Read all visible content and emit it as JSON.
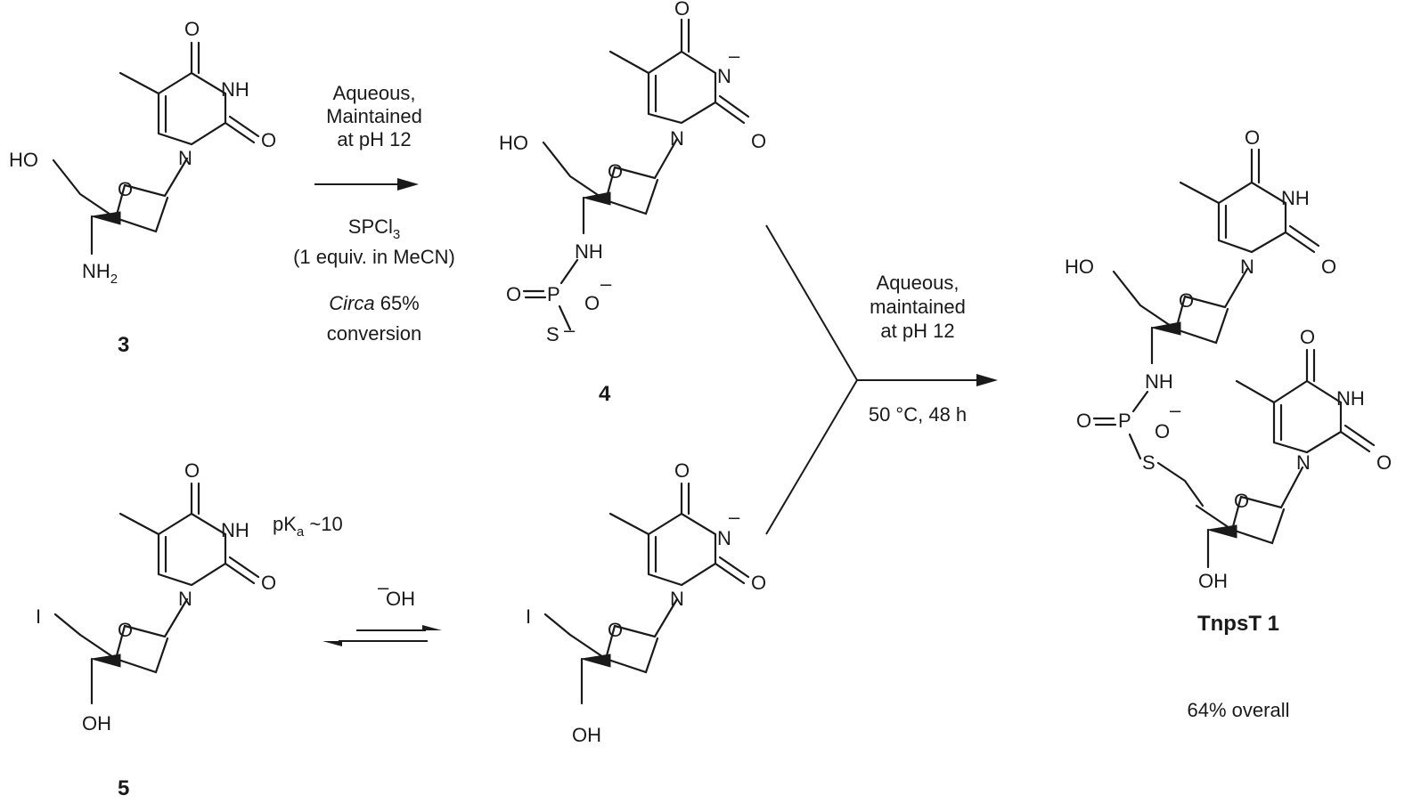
{
  "compounds": {
    "c3": {
      "label": "3"
    },
    "c4": {
      "label": "4"
    },
    "c5": {
      "label": "5"
    },
    "tnpst": {
      "label": "TnpsT 1",
      "yield": "64% overall"
    }
  },
  "atoms": {
    "O": "O",
    "NH": "NH",
    "N": "N",
    "HO": "HO",
    "OH": "OH",
    "NH2": "NH",
    "NH2_sub": "2",
    "P": "P",
    "S": "S",
    "I": "I",
    "charge": "–"
  },
  "reaction1": {
    "cond_line1": "Aqueous,",
    "cond_line2": "Maintained",
    "cond_line3": "at pH 12",
    "reagent": "SPCl",
    "reagent_sub": "3",
    "reagent_note": "(1 equiv. in MeCN)",
    "conv_italic": "Circa",
    "conv_pct": " 65%",
    "conv_line2": "conversion"
  },
  "equilibrium": {
    "base_charge": "–",
    "base": "OH",
    "pka_prefix": "pK",
    "pka_sub": "a",
    "pka_value": " ~10"
  },
  "reaction2": {
    "cond_line1": "Aqueous,",
    "cond_line2": "maintained",
    "cond_line3": "at pH 12",
    "cond_line4": "50 °C, 48 h"
  }
}
